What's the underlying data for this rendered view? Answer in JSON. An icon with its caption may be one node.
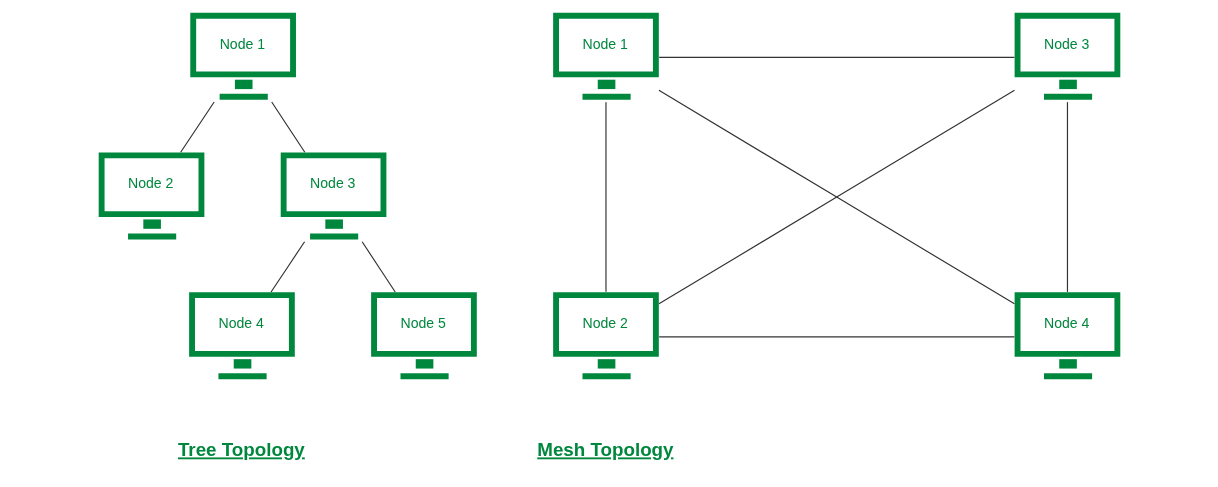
{
  "diagram": {
    "nodes": [
      {
        "text": [
          "Node 1"
        ]
      },
      {
        "text": [
          "Node 2"
        ]
      },
      {
        "text": [
          "Node 3"
        ]
      },
      {
        "text": [
          "Node 4"
        ]
      },
      {
        "text": [
          "Node 5"
        ]
      },
      {
        "text": [
          "Node 1"
        ]
      },
      {
        "text": [
          "Node 3"
        ]
      },
      {
        "text": [
          "Node 2"
        ]
      },
      {
        "text": [
          "Node 4"
        ]
      }
    ],
    "edges": [
      {
        "from": 0,
        "to": 1,
        "arrow": "none"
      },
      {
        "from": 0,
        "to": 2,
        "arrow": "none"
      },
      {
        "from": 2,
        "to": 3,
        "arrow": "none"
      },
      {
        "from": 2,
        "to": 4,
        "arrow": "none"
      },
      {
        "from": 5,
        "to": 6,
        "arrow": "none"
      },
      {
        "from": 5,
        "to": 7,
        "arrow": "none"
      },
      {
        "from": 5,
        "to": 8,
        "arrow": "none"
      },
      {
        "from": 6,
        "to": 7,
        "arrow": "none"
      },
      {
        "from": 6,
        "to": 8,
        "arrow": "none"
      },
      {
        "from": 7,
        "to": 8,
        "arrow": "none"
      }
    ],
    "labels": [
      "Tree Topology",
      "Mesh Topology"
    ]
  }
}
